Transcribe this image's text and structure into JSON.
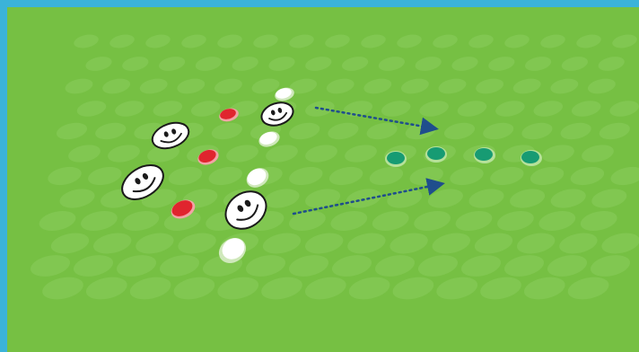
{
  "colors": {
    "frame": "#3bb3d9",
    "pitch": "#76c043",
    "pitch_spot": "#8bcc5c",
    "red_marker": "#e0252e",
    "green_marker": "#179b73",
    "white_marker": "#ffffff",
    "arrow": "#1f4e8c",
    "player_face": "#ffffff",
    "player_outline": "#1a1a1a"
  },
  "players": [
    {
      "name": "player-1",
      "icon": "smiley-face-icon"
    },
    {
      "name": "player-2",
      "icon": "smiley-face-icon"
    },
    {
      "name": "player-3",
      "icon": "smiley-face-icon"
    },
    {
      "name": "player-4",
      "icon": "smiley-face-icon"
    }
  ],
  "markers": {
    "red": 3,
    "white": 4,
    "green": 4
  },
  "arrows": [
    {
      "name": "arrow-upper",
      "style": "dotted"
    },
    {
      "name": "arrow-lower",
      "style": "dotted"
    }
  ]
}
